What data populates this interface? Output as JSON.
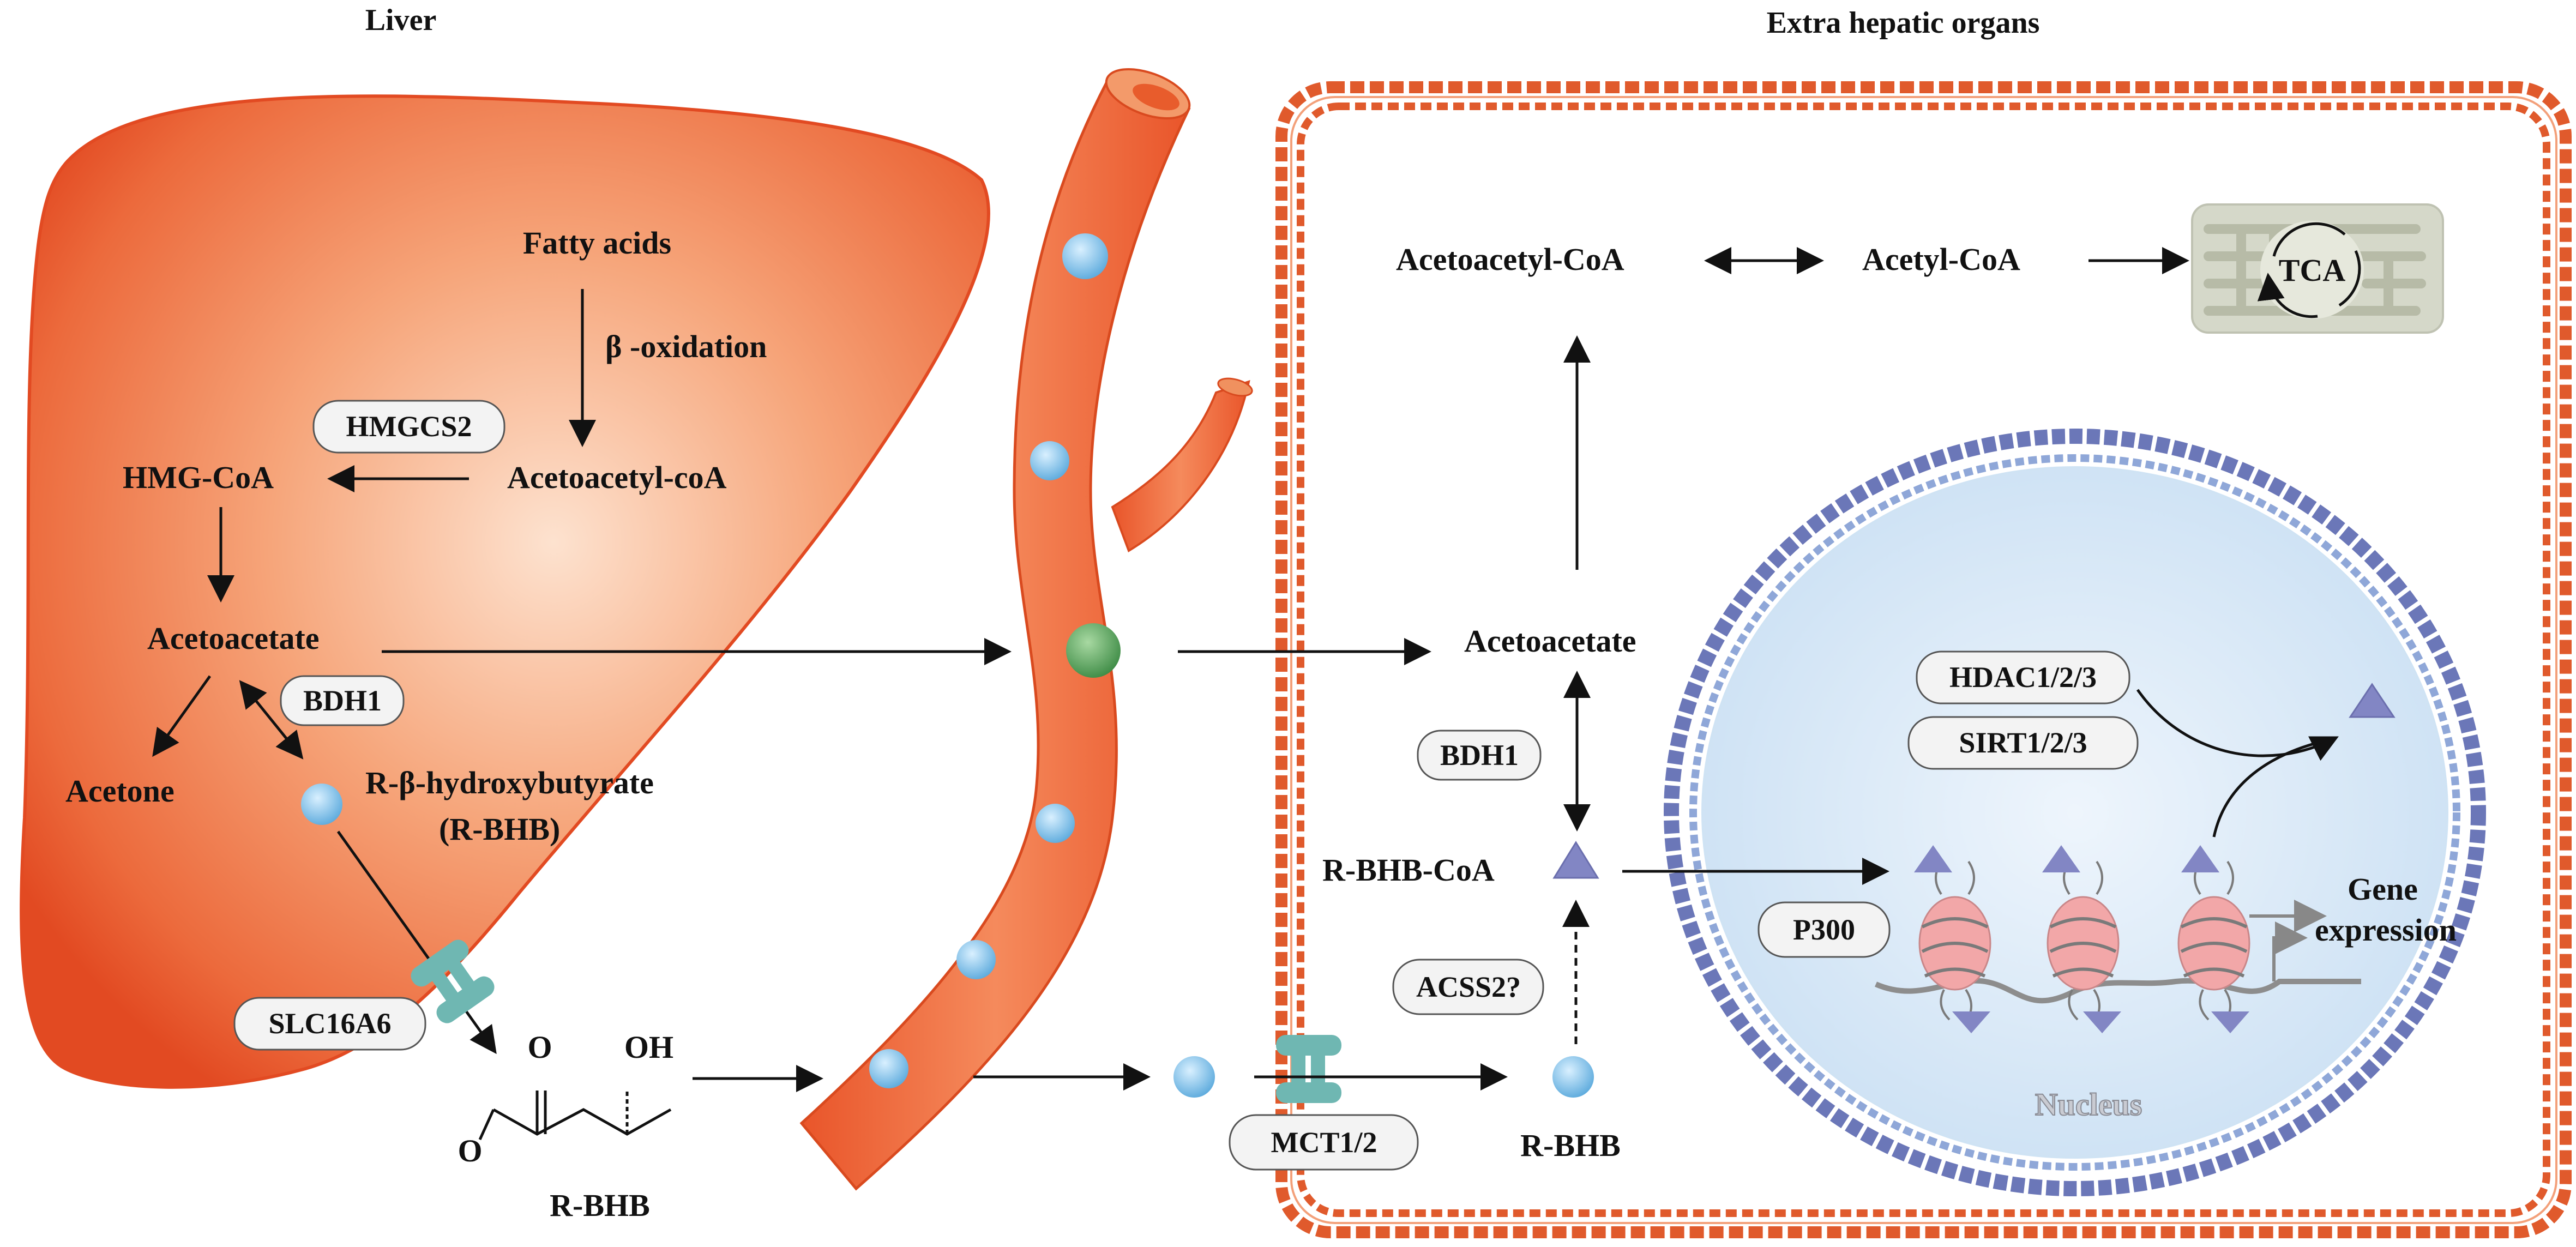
{
  "titles": {
    "liver": "Liver",
    "extrahepatic": "Extra hepatic organs"
  },
  "liver": {
    "fatty_acids": "Fatty acids",
    "beta_oxidation": "β -oxidation",
    "acetoacetyl_coa": "Acetoacetyl-coA",
    "hmgcs2": "HMGCS2",
    "hmg_coa": "HMG-CoA",
    "acetoacetate": "Acetoacetate",
    "bdh1": "BDH1",
    "acetone": "Acetone",
    "rbhb_name": "R-β-hydroxybutyrate",
    "rbhb_abbr": "(R-BHB)",
    "slc16a6": "SLC16A6"
  },
  "structure": {
    "oxygen_top": "O",
    "oxygen_bottom": "O",
    "hydroxyl": "OH",
    "name": "R-BHB"
  },
  "transport": {
    "mct": "MCT1/2"
  },
  "cell": {
    "acetoacetyl_coa": "Acetoacetyl-CoA",
    "acetyl_coa": "Acetyl-CoA",
    "tca": "TCA",
    "acetoacetate": "Acetoacetate",
    "bdh1": "BDH1",
    "rbhb_coa": "R-BHB-CoA",
    "acss2": "ACSS2?",
    "rbhb": "R-BHB"
  },
  "nucleus": {
    "hdac": "HDAC1/2/3",
    "sirt": "SIRT1/2/3",
    "p300": "P300",
    "gene_line1": "Gene",
    "gene_line2": "expression",
    "label": "Nucleus"
  },
  "colors": {
    "liver_fill": "#e9502a",
    "vessel": "#ee6b3c",
    "membrane": "#e05a2c",
    "nucleus_membrane": "#6b77b8",
    "nucleus_fill": "#dbeaf7",
    "bhb_dot": "#7fbfe8",
    "acetoacetate_dot": "#4f9a55",
    "transporter": "#6fb7b2",
    "acetyl_mark": "#8286c4",
    "histone": "#f2a7a8",
    "mitochondrion": "#d5d8c9"
  }
}
